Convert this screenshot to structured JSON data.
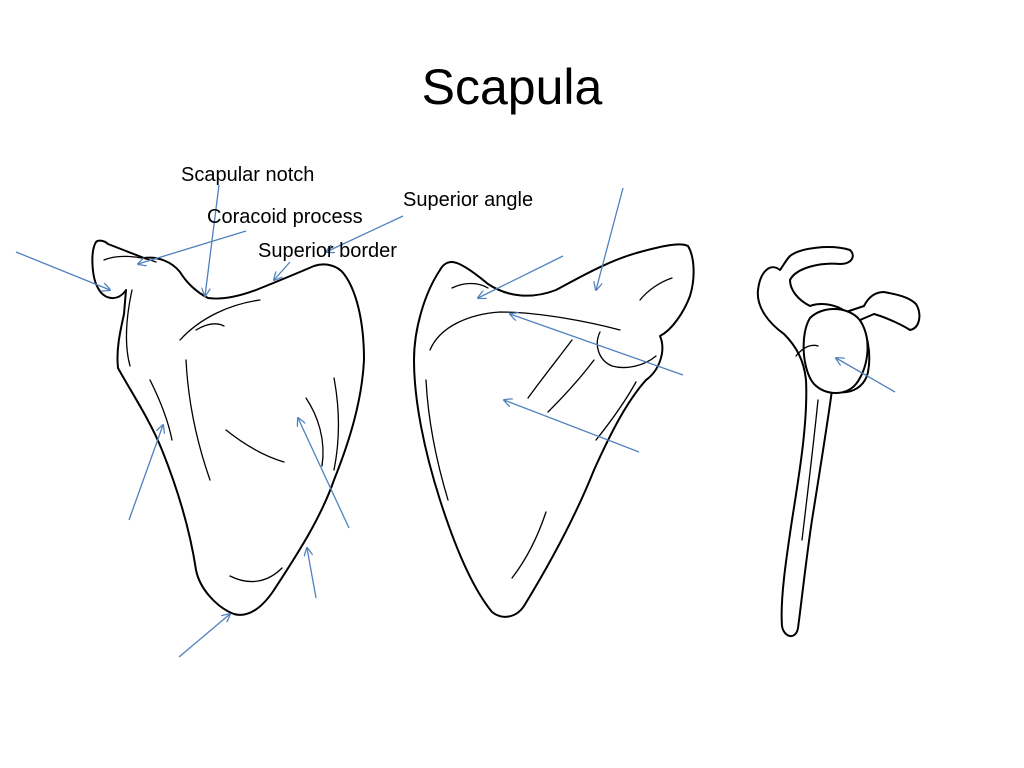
{
  "slide": {
    "title": "Scapula",
    "labels": {
      "scapular_notch": "Scapular notch",
      "coracoid_process": "Coracoid process",
      "superior_border": "Superior border",
      "superior_angle": "Superior angle"
    }
  },
  "colors": {
    "leader_lines": "#4f81bd",
    "outline": "#000000",
    "background": "#ffffff"
  }
}
